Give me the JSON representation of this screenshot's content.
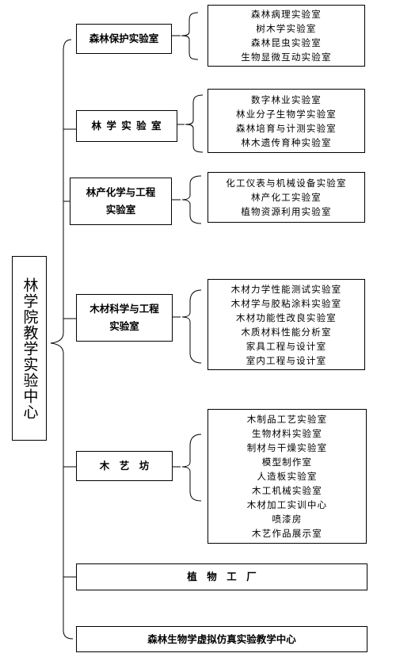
{
  "root": {
    "title": "林学院教学实验中心"
  },
  "categories": [
    {
      "label_lines": [
        "森林保护实验室"
      ],
      "items": [
        "森林病理实验室",
        "树木学实验室",
        "森林昆虫实验室",
        "生物显微互动实验室"
      ]
    },
    {
      "label_lines": [
        "林 学 实 验 室"
      ],
      "items": [
        "数字林业实验室",
        "林业分子生物学实验室",
        "森林培育与计测实验室",
        "林木遗传育种实验室"
      ]
    },
    {
      "label_lines": [
        "林产化学与工程",
        "实验室"
      ],
      "items": [
        "化工仪表与机械设备实验室",
        "林产化工实验室",
        "植物资源利用实验室"
      ]
    },
    {
      "label_lines": [
        "木材科学与工程",
        "实验室"
      ],
      "items": [
        "木材力学性能测试实验室",
        "木材学与胶粘涂料实验室",
        "木材功能性改良实验室",
        "木质材料性能分析室",
        "家具工程与设计室",
        "室内工程与设计室"
      ]
    },
    {
      "label_lines": [
        "木　艺　坊"
      ],
      "items": [
        "木制品工艺实验室",
        "生物材料实验室",
        "制材与干燥实验室",
        "模型制作室",
        "人造板实验室",
        "木工机械实验室",
        "木材加工实训中心",
        "喷漆房",
        "木艺作品展示室"
      ]
    }
  ],
  "standalone": [
    {
      "label": "植　物　工　厂"
    },
    {
      "label": "森林生物学虚拟仿真实验教学中心"
    }
  ]
}
